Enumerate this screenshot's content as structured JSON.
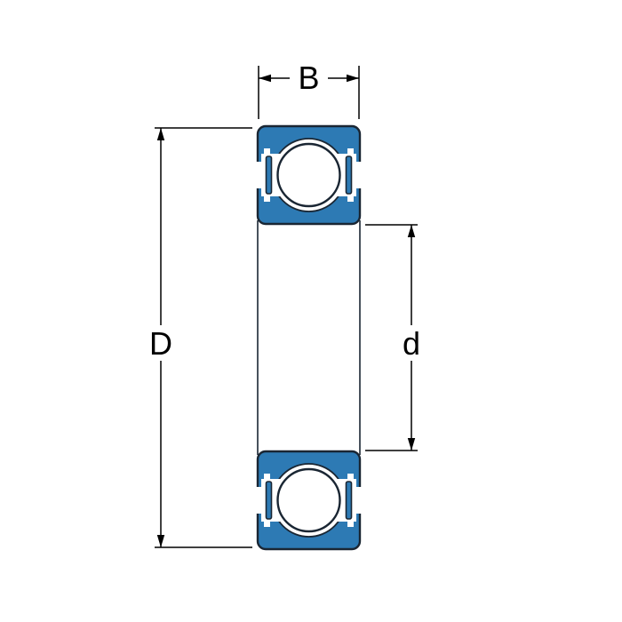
{
  "drawing": {
    "name": "deep-groove-ball-bearing-cross-section",
    "labels": {
      "width": "B",
      "outer_diameter": "D",
      "bore": "d"
    }
  },
  "colors": {
    "ring_fill": "#2d7ab4",
    "outline": "#1a2633",
    "dimension": "#000000",
    "background": "#ffffff"
  }
}
